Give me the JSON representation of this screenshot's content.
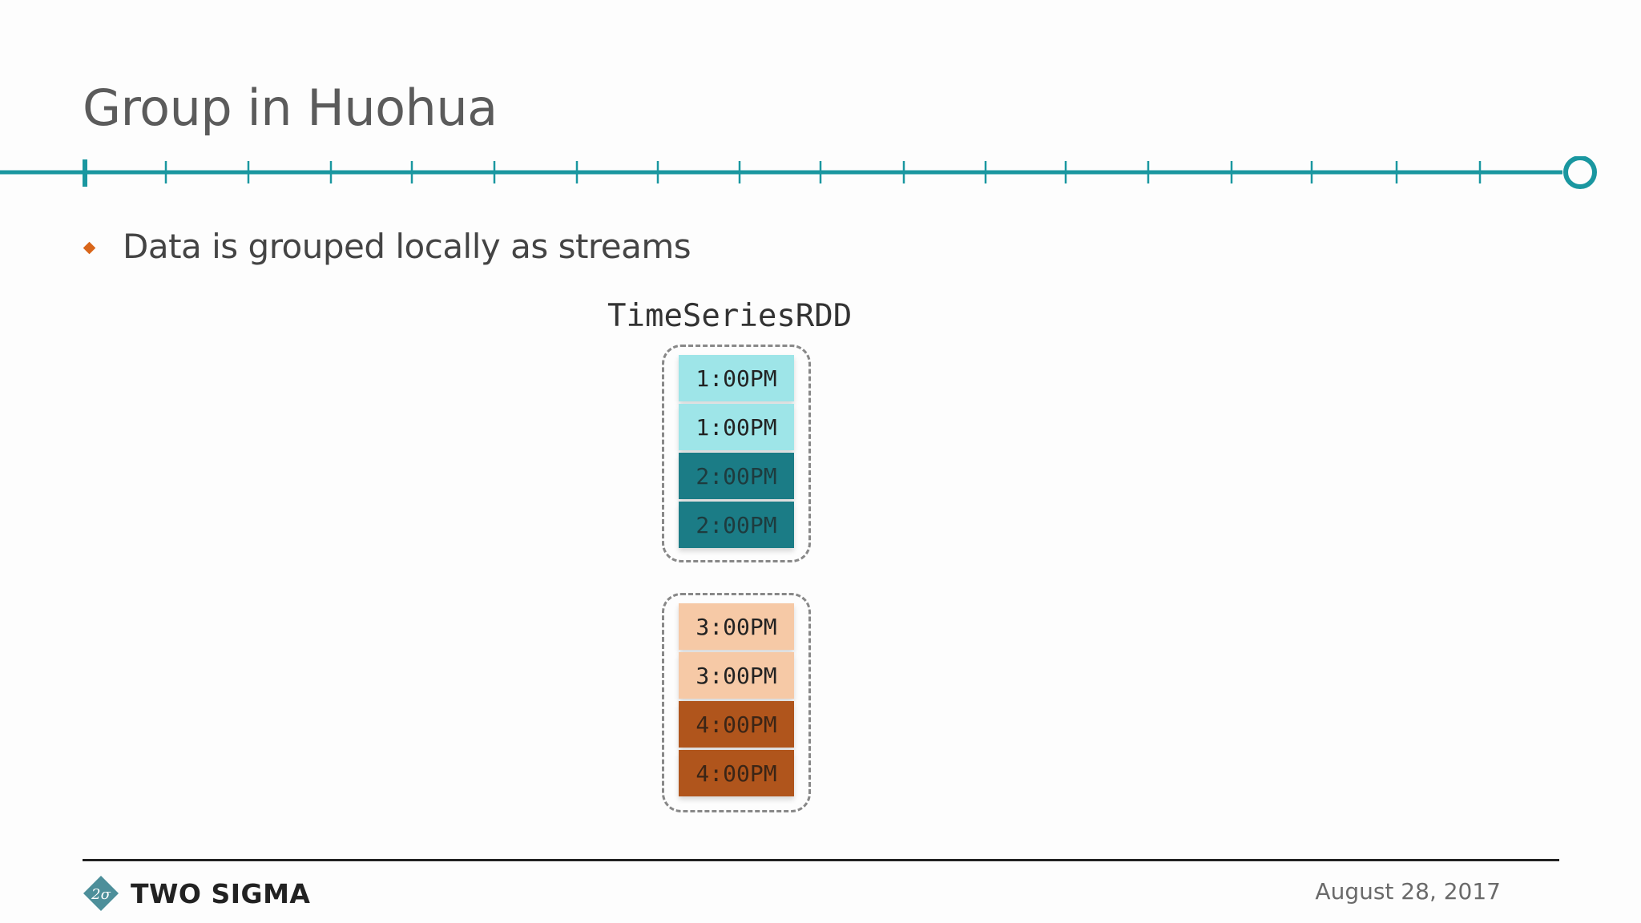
{
  "slide": {
    "title": "Group in Huohua",
    "bullet": "Data is grouped locally as streams",
    "rdd_label": "TimeSeriesRDD"
  },
  "groups": [
    {
      "cells": [
        {
          "label": "1:00PM",
          "color": "#9ee5e8"
        },
        {
          "label": "1:00PM",
          "color": "#9ee5e8"
        },
        {
          "label": "2:00PM",
          "color": "#1b7c86"
        },
        {
          "label": "2:00PM",
          "color": "#1b7c86"
        }
      ]
    },
    {
      "cells": [
        {
          "label": "3:00PM",
          "color": "#f6c9a6"
        },
        {
          "label": "3:00PM",
          "color": "#f6c9a6"
        },
        {
          "label": "4:00PM",
          "color": "#b0551c"
        },
        {
          "label": "4:00PM",
          "color": "#b0551c"
        }
      ]
    }
  ],
  "footer": {
    "logo_text": "TWO SIGMA",
    "date": "August 28, 2017"
  },
  "colors": {
    "timeline": "#1a97a0",
    "bullet": "#d9661a",
    "logo": "#4d8f9a"
  }
}
